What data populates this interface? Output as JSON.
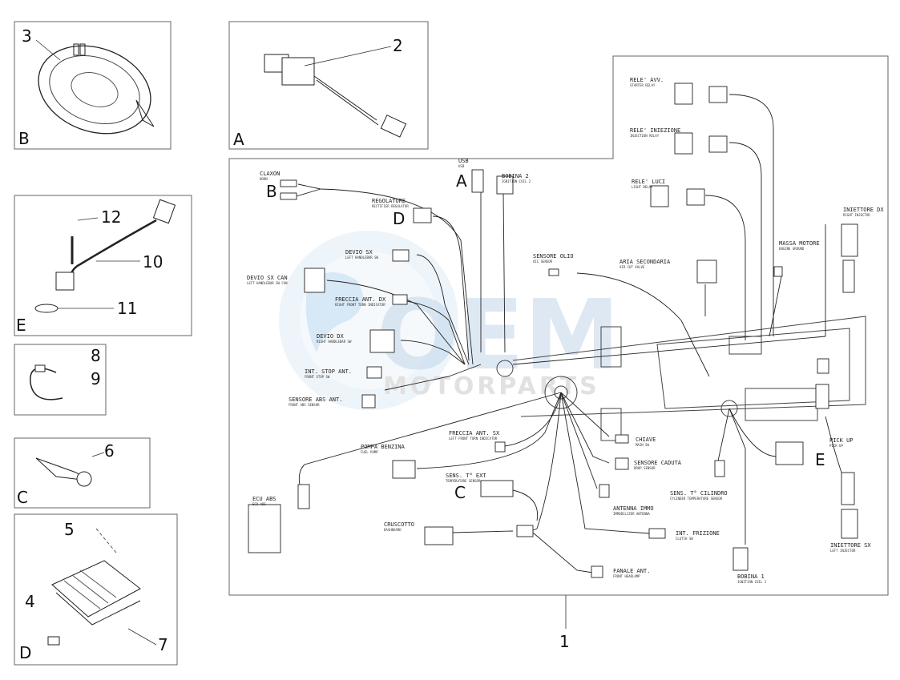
{
  "panels": {
    "B": {
      "number": "3",
      "letter": "B"
    },
    "A": {
      "number": "2",
      "letter": "A"
    },
    "E": {
      "numbers": [
        "12",
        "10",
        "11"
      ],
      "letter": "E"
    },
    "clip": {
      "numbers": [
        "8",
        "9"
      ]
    },
    "C": {
      "number": "6",
      "letter": "C"
    },
    "D": {
      "numbers": [
        "5",
        "4",
        "7"
      ],
      "letter": "D"
    }
  },
  "main": {
    "number": "1",
    "labels": [
      {
        "id": "rele_avv",
        "text": "RELE' AVV.",
        "sub": "STARTER RELAY"
      },
      {
        "id": "rele_iniezione",
        "text": "RELE' INIEZIONE",
        "sub": "INJECTION RELAY"
      },
      {
        "id": "rele_luci",
        "text": "RELE' LUCI",
        "sub": "LIGHT RELAY"
      },
      {
        "id": "usb",
        "text": "USB",
        "sub": "USB"
      },
      {
        "id": "bobina2",
        "text": "BOBINA 2",
        "sub": "IGNITION COIL 2"
      },
      {
        "id": "claxon",
        "text": "CLAXON",
        "sub": "HORN"
      },
      {
        "id": "regolatore",
        "text": "REGOLATORE",
        "sub": "RECTIFIER REGULATOR"
      },
      {
        "id": "iniettore_dx",
        "text": "INIETTORE DX",
        "sub": "RIGHT INJECTOR"
      },
      {
        "id": "massa_motore",
        "text": "MASSA MOTORE",
        "sub": "ENGINE GROUND"
      },
      {
        "id": "sensore_olio",
        "text": "SENSORE OLIO",
        "sub": "OIL SENSOR"
      },
      {
        "id": "aria_secondaria",
        "text": "ARIA SECONDARIA",
        "sub": "AIR CUT VALVE"
      },
      {
        "id": "devio_sx",
        "text": "DEVIO SX",
        "sub": "LEFT HANDLEBAR SW"
      },
      {
        "id": "devio_sx_can",
        "text": "DEVIO SX CAN",
        "sub": "LEFT HANDLEBAR SW CAN"
      },
      {
        "id": "freccia_dx",
        "text": "FRECCIA ANT. DX",
        "sub": "RIGHT FRONT TURN INDICATOR"
      },
      {
        "id": "devio_dx",
        "text": "DEVIO DX",
        "sub": "RIGHT HANDLEBAR SW"
      },
      {
        "id": "int_stop",
        "text": "INT. STOP ANT.",
        "sub": "FRONT STOP SW"
      },
      {
        "id": "sensore_abs",
        "text": "SENSORE ABS ANT.",
        "sub": "FRONT ABS SENSOR"
      },
      {
        "id": "freccia_sx",
        "text": "FRECCIA ANT. SX",
        "sub": "LEFT FRONT TURN INDICATOR"
      },
      {
        "id": "pompa",
        "text": "POMPA BENZINA",
        "sub": "FUEL PUMP"
      },
      {
        "id": "chiave",
        "text": "CHIAVE",
        "sub": "MAIN SW"
      },
      {
        "id": "sens_caduta",
        "text": "SENSORE CADUTA",
        "sub": "DROP SENSOR"
      },
      {
        "id": "sens_ext",
        "text": "SENS. T° EXT",
        "sub": "TEMPERATURE SENSOR"
      },
      {
        "id": "pick_up",
        "text": "PICK UP",
        "sub": "PICK UP"
      },
      {
        "id": "sens_cilindro",
        "text": "SENS. T° CILINDRO",
        "sub": "CYLINDER TEMPERATURE SENSOR"
      },
      {
        "id": "ecu_abs",
        "text": "ECU ABS",
        "sub": "ECU ABS"
      },
      {
        "id": "antenna",
        "text": "ANTENNA IMMO",
        "sub": "IMMOBILIZER ANTENNA"
      },
      {
        "id": "cruscotto",
        "text": "CRUSCOTTO",
        "sub": "DASHBOARD"
      },
      {
        "id": "int_frizione",
        "text": "INT. FRIZIONE",
        "sub": "CLUTCH SW"
      },
      {
        "id": "iniettore_sx",
        "text": "INIETTORE SX",
        "sub": "LEFT INJECTOR"
      },
      {
        "id": "fanale",
        "text": "FANALE ANT.",
        "sub": "FRONT HEADLAMP"
      },
      {
        "id": "bobina1",
        "text": "BOBINA 1",
        "sub": "IGNITION COIL 1"
      }
    ],
    "letters": {
      "B": "B",
      "A": "A",
      "D": "D",
      "E": "E",
      "C": "C"
    }
  },
  "watermark": {
    "logo": "OEM",
    "text": "MOTORPARTS"
  }
}
